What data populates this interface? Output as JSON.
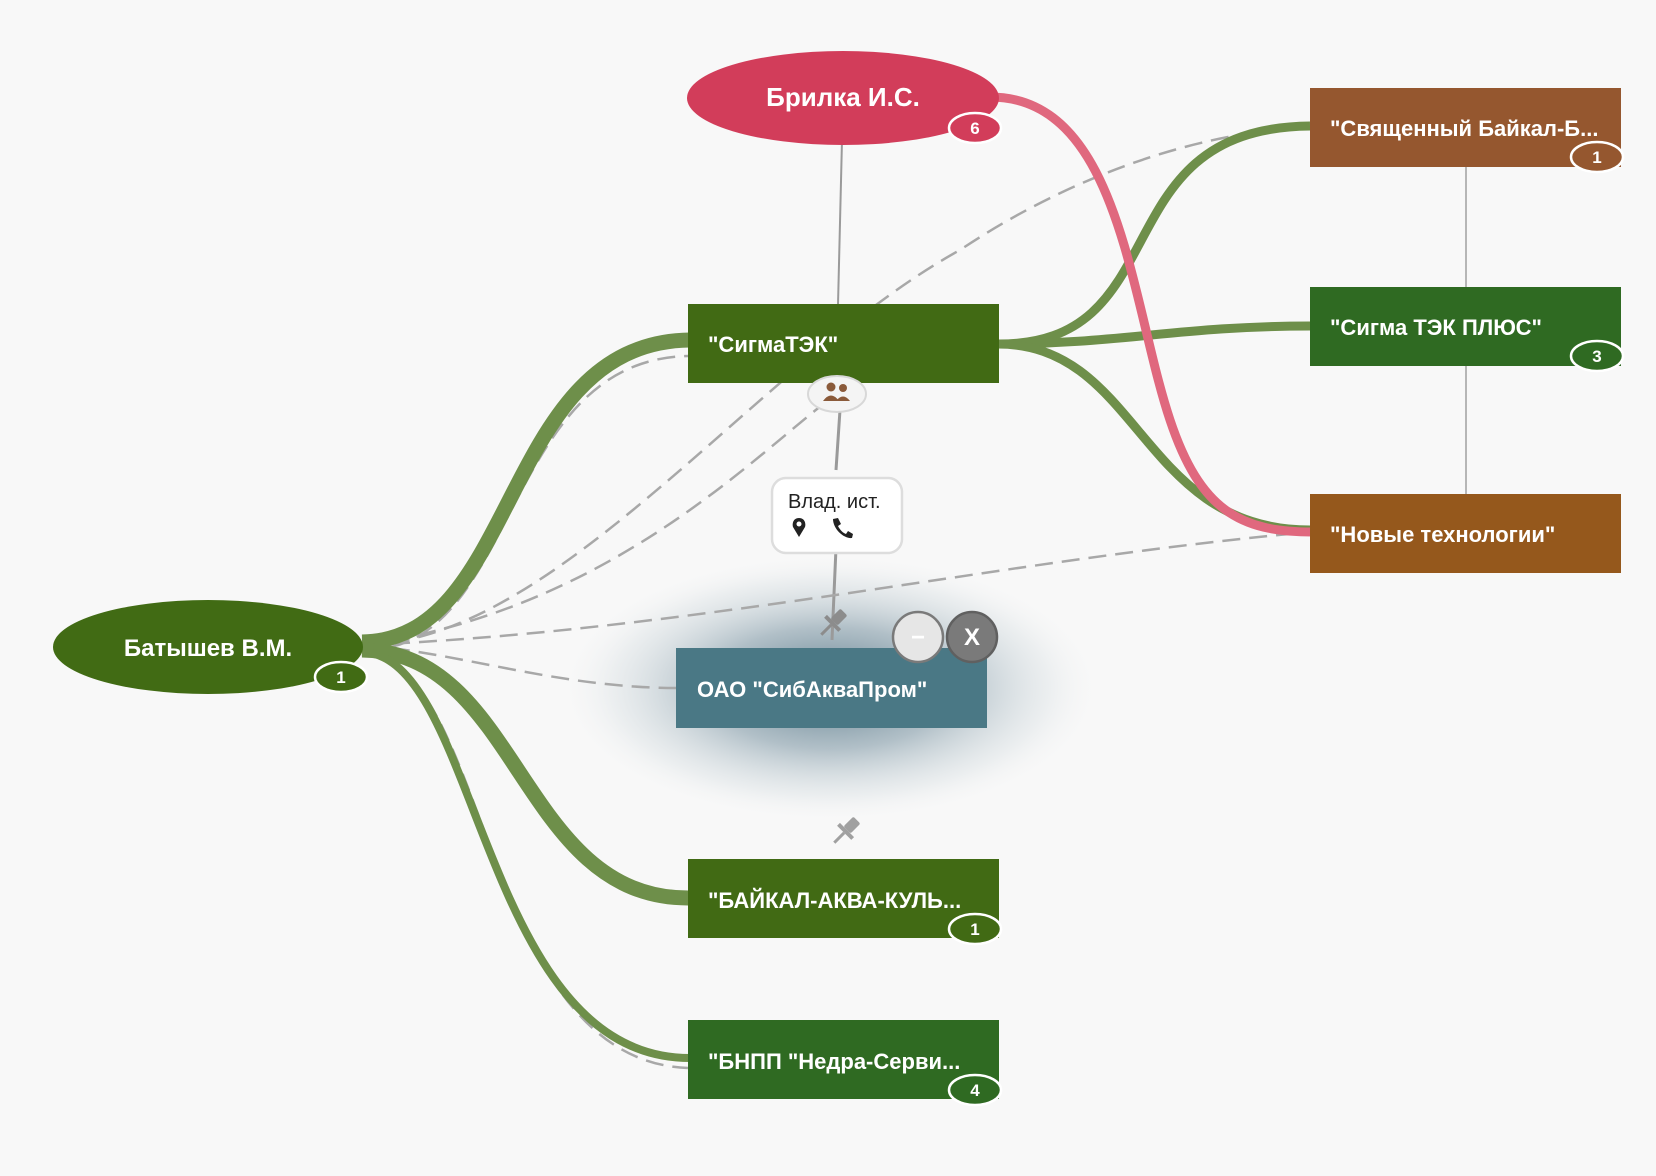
{
  "colors": {
    "background": "#f8f8f8",
    "person_red": "#d23d5a",
    "person_green": "#416b14",
    "company_dark_green": "#416a14",
    "company_green": "#2f6a22",
    "company_brown": "#95572f",
    "company_orange": "#95581c",
    "company_selected": "#4a7885",
    "edge_green": "#6e8f4a",
    "edge_red": "#e0687e",
    "edge_dashed": "#a8a8a8",
    "edge_thin": "#9a9a9a",
    "badge_bg": "#416b14"
  },
  "nodes": {
    "brilka": {
      "label": "Брилка И.С.",
      "badge": "6"
    },
    "batyshev": {
      "label": "Батышев В.М.",
      "badge": "1"
    },
    "sigmatek": {
      "label": "\"СигмаТЭК\""
    },
    "svyashchenny": {
      "label": "\"Священный Байкал-Б...",
      "badge": "1"
    },
    "sigma_plus": {
      "label": "\"Сигма ТЭК ПЛЮС\"",
      "badge": "3"
    },
    "novye": {
      "label": "\"Новые технологии\""
    },
    "sibakvaprom": {
      "label": "ОАО \"СибАкваПром\""
    },
    "baikal_akva": {
      "label": "\"БАЙКАЛ-АКВА-КУЛЬ...",
      "badge": "1"
    },
    "bnpp": {
      "label": "\"БНПП \"Недра-Серви...",
      "badge": "4"
    }
  },
  "edge_label": {
    "text": "Влад. ист.",
    "icons": [
      "map-pin-icon",
      "phone-icon"
    ]
  },
  "controls": {
    "collapse": "−",
    "close": "X"
  }
}
